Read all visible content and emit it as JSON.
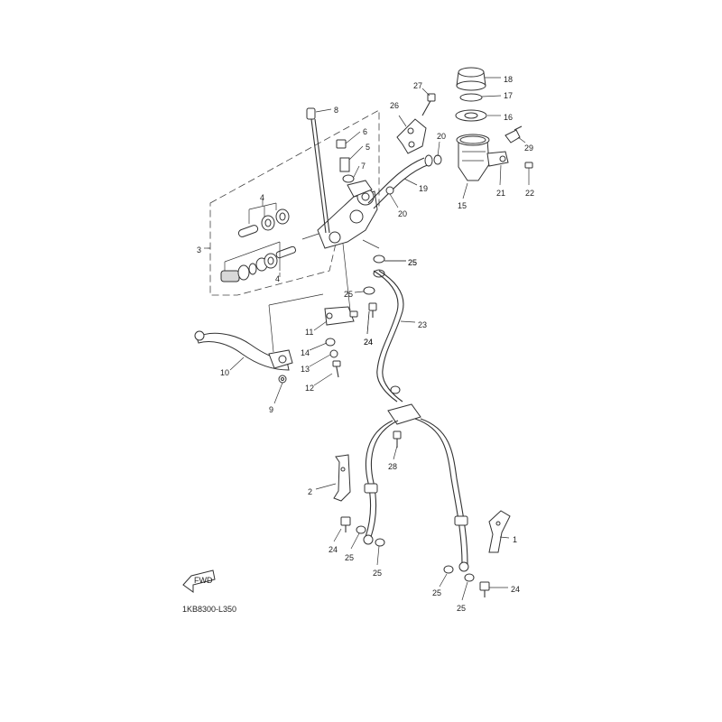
{
  "diagram": {
    "figure_code": "1KB8300-L350",
    "direction_badge": "FWD",
    "callouts": [
      "1",
      "2",
      "3",
      "4",
      "4",
      "5",
      "6",
      "7",
      "8",
      "9",
      "10",
      "11",
      "12",
      "13",
      "14",
      "15",
      "16",
      "17",
      "18",
      "19",
      "20",
      "20",
      "21",
      "22",
      "23",
      "24",
      "24",
      "24",
      "24",
      "25",
      "25",
      "25",
      "25",
      "25",
      "25",
      "25",
      "26",
      "27",
      "28",
      "29"
    ]
  }
}
